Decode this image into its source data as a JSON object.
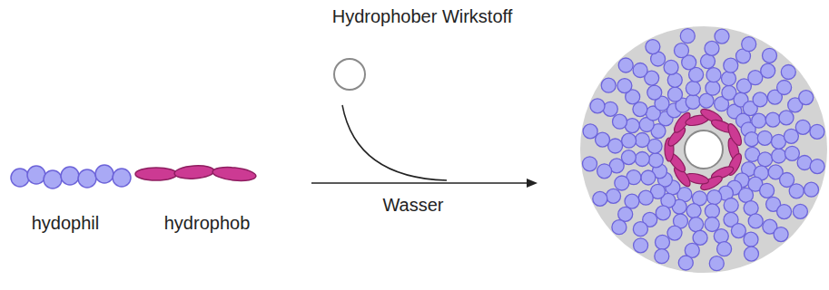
{
  "diagram": {
    "labels": [
      "Hydrophober Wirkstoff",
      "hydophil",
      "hydrophob",
      "Wasser"
    ]
  }
}
